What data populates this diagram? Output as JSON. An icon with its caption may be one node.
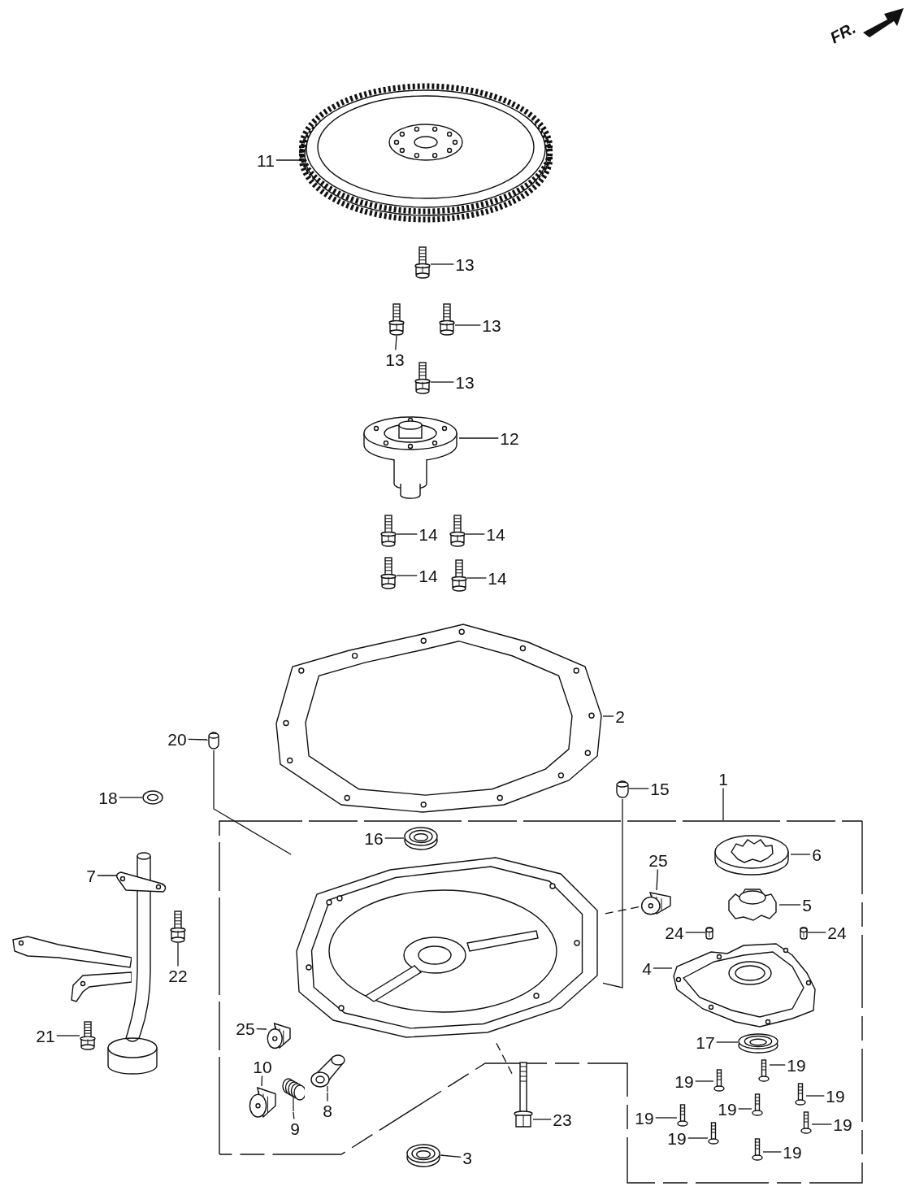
{
  "diagram": {
    "nodes": [
      {
        "text": [
          "11"
        ]
      },
      {
        "text": [],
        "shape": "picture"
      },
      {
        "text": [
          "13"
        ]
      },
      {
        "text": [],
        "shape": "picture"
      },
      {
        "text": [
          "13"
        ]
      },
      {
        "text": [],
        "shape": "picture"
      },
      {
        "text": [
          "13"
        ]
      },
      {
        "text": [],
        "shape": "picture"
      },
      {
        "text": [
          "13"
        ]
      },
      {
        "text": [],
        "shape": "picture"
      },
      {
        "text": [
          "12"
        ]
      },
      {
        "text": [],
        "shape": "picture"
      },
      {
        "text": [
          "14"
        ]
      },
      {
        "text": [],
        "shape": "picture"
      },
      {
        "text": [
          "14"
        ]
      },
      {
        "text": [],
        "shape": "picture"
      },
      {
        "text": [
          "14"
        ]
      },
      {
        "text": [],
        "shape": "picture"
      },
      {
        "text": [
          "14"
        ]
      },
      {
        "text": [],
        "shape": "picture"
      },
      {
        "text": [
          "2"
        ]
      },
      {
        "text": [],
        "shape": "picture"
      },
      {
        "text": [
          "20"
        ]
      },
      {
        "text": [],
        "shape": "picture"
      },
      {
        "text": [
          "18"
        ]
      },
      {
        "text": [],
        "shape": "picture"
      },
      {
        "text": [
          "7"
        ]
      },
      {
        "text": [],
        "shape": "picture"
      },
      {
        "text": [
          "22"
        ]
      },
      {
        "text": [],
        "shape": "picture"
      },
      {
        "text": [
          "21"
        ]
      },
      {
        "text": [],
        "shape": "picture"
      },
      {
        "text": [
          "15"
        ]
      },
      {
        "text": [],
        "shape": "picture"
      },
      {
        "text": [
          "1"
        ]
      },
      {
        "text": [],
        "shape": "box"
      },
      {
        "text": [],
        "shape": "picture",
        "in": 35
      },
      {
        "text": [
          "16"
        ],
        "in": 35
      },
      {
        "text": [],
        "shape": "picture",
        "in": 35
      },
      {
        "text": [
          "6"
        ],
        "in": 35
      },
      {
        "text": [],
        "shape": "picture",
        "in": 35
      },
      {
        "text": [
          "25"
        ],
        "in": 35
      },
      {
        "text": [],
        "shape": "picture",
        "in": 35
      },
      {
        "text": [
          "5"
        ],
        "in": 35
      },
      {
        "text": [],
        "shape": "picture",
        "in": 35
      },
      {
        "text": [
          "24"
        ],
        "in": 35
      },
      {
        "text": [],
        "shape": "cylinder",
        "in": 35
      },
      {
        "text": [
          "24"
        ],
        "in": 35
      },
      {
        "text": [],
        "shape": "cylinder",
        "in": 35
      },
      {
        "text": [
          "4"
        ],
        "in": 35
      },
      {
        "text": [],
        "shape": "picture",
        "in": 35
      },
      {
        "text": [
          "17"
        ],
        "in": 35
      },
      {
        "text": [],
        "shape": "picture",
        "in": 35
      },
      {
        "text": [
          "19"
        ],
        "in": 35
      },
      {
        "text": [],
        "shape": "picture",
        "in": 35
      },
      {
        "text": [
          "19"
        ],
        "in": 35
      },
      {
        "text": [],
        "shape": "picture",
        "in": 35
      },
      {
        "text": [
          "19"
        ],
        "in": 35
      },
      {
        "text": [],
        "shape": "picture",
        "in": 35
      },
      {
        "text": [
          "19"
        ],
        "in": 35
      },
      {
        "text": [],
        "shape": "picture",
        "in": 35
      },
      {
        "text": [
          "19"
        ],
        "in": 35
      },
      {
        "text": [],
        "shape": "picture",
        "in": 35
      },
      {
        "text": [
          "19"
        ],
        "in": 35
      },
      {
        "text": [],
        "shape": "picture",
        "in": 35
      },
      {
        "text": [
          "19"
        ],
        "in": 35
      },
      {
        "text": [],
        "shape": "picture",
        "in": 35
      },
      {
        "text": [
          "19"
        ],
        "in": 35
      },
      {
        "text": [],
        "shape": "picture",
        "in": 35
      },
      {
        "text": [
          "25"
        ],
        "in": 35
      },
      {
        "text": [],
        "shape": "picture",
        "in": 35
      },
      {
        "text": [
          "10"
        ],
        "in": 35
      },
      {
        "text": [],
        "shape": "picture",
        "in": 35
      },
      {
        "text": [
          "9"
        ],
        "in": 35
      },
      {
        "text": [],
        "shape": "picture",
        "in": 35
      },
      {
        "text": [
          "8"
        ],
        "in": 35
      },
      {
        "text": [],
        "shape": "picture",
        "in": 35
      },
      {
        "text": [
          "23"
        ],
        "in": 35
      },
      {
        "text": [],
        "shape": "picture",
        "in": 35
      },
      {
        "text": [
          "3"
        ],
        "in": 35
      },
      {
        "text": [],
        "shape": "picture",
        "in": 35
      }
    ],
    "edges": [
      {
        "from": 0,
        "to": 1,
        "arrow": "none"
      },
      {
        "from": 2,
        "to": 3,
        "arrow": "none"
      },
      {
        "from": 4,
        "to": 5,
        "arrow": "none"
      },
      {
        "from": 6,
        "to": 7,
        "arrow": "none"
      },
      {
        "from": 8,
        "to": 9,
        "arrow": "none"
      },
      {
        "from": 10,
        "to": 11,
        "arrow": "none"
      },
      {
        "from": 12,
        "to": 13,
        "arrow": "none"
      },
      {
        "from": 14,
        "to": 15,
        "arrow": "none"
      },
      {
        "from": 16,
        "to": 17,
        "arrow": "none"
      },
      {
        "from": 18,
        "to": 19,
        "arrow": "none"
      },
      {
        "from": 20,
        "to": 21,
        "arrow": "none"
      },
      {
        "from": 22,
        "to": 23,
        "arrow": "none"
      },
      {
        "from": 24,
        "to": 25,
        "arrow": "none"
      },
      {
        "from": 26,
        "to": 27,
        "arrow": "none"
      },
      {
        "from": 28,
        "to": 29,
        "arrow": "none"
      },
      {
        "from": 30,
        "to": 31,
        "arrow": "none"
      },
      {
        "from": 32,
        "to": 33,
        "arrow": "none"
      },
      {
        "from": 34,
        "to": 35,
        "arrow": "none"
      },
      {
        "from": 37,
        "to": 38,
        "arrow": "none"
      },
      {
        "from": 39,
        "to": 40,
        "arrow": "none"
      },
      {
        "from": 41,
        "to": 42,
        "arrow": "none"
      },
      {
        "from": 43,
        "to": 44,
        "arrow": "none"
      },
      {
        "from": 45,
        "to": 46,
        "arrow": "none"
      },
      {
        "from": 47,
        "to": 48,
        "arrow": "none"
      },
      {
        "from": 49,
        "to": 50,
        "arrow": "none"
      },
      {
        "from": 51,
        "to": 52,
        "arrow": "none"
      },
      {
        "from": 53,
        "to": 54,
        "arrow": "none"
      },
      {
        "from": 55,
        "to": 56,
        "arrow": "none"
      },
      {
        "from": 57,
        "to": 58,
        "arrow": "none"
      },
      {
        "from": 59,
        "to": 60,
        "arrow": "none"
      },
      {
        "from": 61,
        "to": 62,
        "arrow": "none"
      },
      {
        "from": 63,
        "to": 64,
        "arrow": "none"
      },
      {
        "from": 65,
        "to": 66,
        "arrow": "none"
      },
      {
        "from": 67,
        "to": 68,
        "arrow": "none"
      },
      {
        "from": 69,
        "to": 70,
        "arrow": "none"
      },
      {
        "from": 71,
        "to": 72,
        "arrow": "none"
      },
      {
        "from": 73,
        "to": 74,
        "arrow": "none"
      },
      {
        "from": 75,
        "to": 76,
        "arrow": "none"
      },
      {
        "from": 77,
        "to": 78,
        "arrow": "none"
      },
      {
        "from": 79,
        "to": 80,
        "arrow": "none"
      },
      {
        "from": 23,
        "to": 36,
        "arrow": "none"
      },
      {
        "from": 33,
        "to": 36,
        "arrow": "none"
      },
      {
        "from": 78,
        "to": 36,
        "arrow": "none",
        "style": "dashed"
      },
      {
        "from": 42,
        "to": 36,
        "arrow": "none",
        "style": "dashed"
      }
    ],
    "labels": [
      "FR."
    ]
  }
}
